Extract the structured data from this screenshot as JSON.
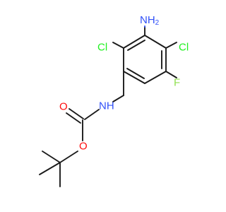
{
  "molecule": {
    "atoms": {
      "amine_n": "NH",
      "amine_h": "2",
      "cl_left": "Cl",
      "cl_right": "Cl",
      "fluorine": "F",
      "carbamate_nh": "NH",
      "carbonyl_o": "O",
      "ester_o": "O"
    }
  },
  "colors": {
    "bond": "#1a1a1a",
    "nitrogen": "#3050F8",
    "oxygen": "#FF0D0D",
    "chlorine": "#1FF01F",
    "fluorine": "#90E050"
  }
}
